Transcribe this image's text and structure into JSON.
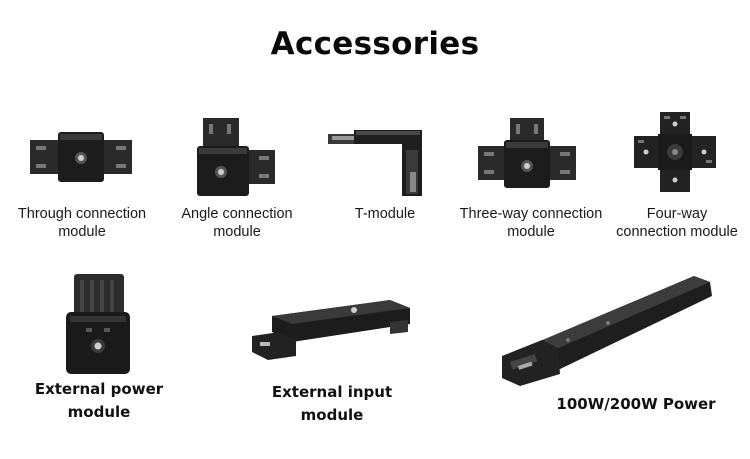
{
  "page": {
    "title": "Accessories"
  },
  "accessories": [
    {
      "line1": "Through connection",
      "line2": "module",
      "icon": "through-connection-module-icon"
    },
    {
      "line1": "Angle connection",
      "line2": "module",
      "icon": "angle-connection-module-icon"
    },
    {
      "line1": "T-module",
      "line2": "",
      "icon": "t-module-icon"
    },
    {
      "line1": "Three-way connection",
      "line2": "module",
      "icon": "three-way-connection-module-icon"
    },
    {
      "line1": "Four-way",
      "line2": "connection module",
      "icon": "four-way-connection-module-icon"
    },
    {
      "line1": "External power",
      "line2": "module",
      "icon": "external-power-module-icon"
    },
    {
      "line1": "External input",
      "line2": "module",
      "icon": "external-input-module-icon"
    },
    {
      "line1": "100W/200W Power",
      "line2": "",
      "icon": "power-supply-icon"
    }
  ],
  "colors": {
    "product": "#1e1e1e",
    "product_highlight": "#3a3a3a",
    "background": "#ffffff"
  }
}
